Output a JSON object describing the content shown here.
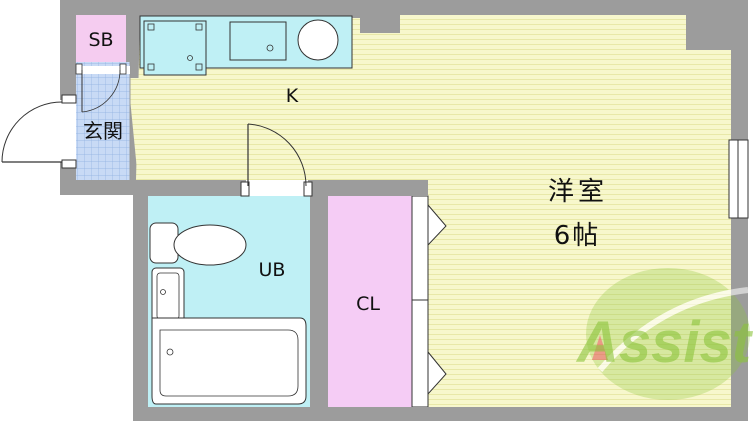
{
  "rooms": {
    "shoe_box": "SB",
    "kitchen": "K",
    "entrance": "玄関",
    "unit_bath": "UB",
    "closet": "CL",
    "western_room": "洋室",
    "room_size": "6帖"
  },
  "watermark": "Assist",
  "colors": {
    "wall": "#999999",
    "western_floor": "#f7f7cc",
    "floor_stripe": "#e8e8a8",
    "unit_bath": "#bff0f5",
    "closet": "#f5ccf5",
    "shoe_box": "#f5ccf0",
    "entrance_tile": "#c8daf5",
    "watermark_green": "#8cc43c"
  }
}
